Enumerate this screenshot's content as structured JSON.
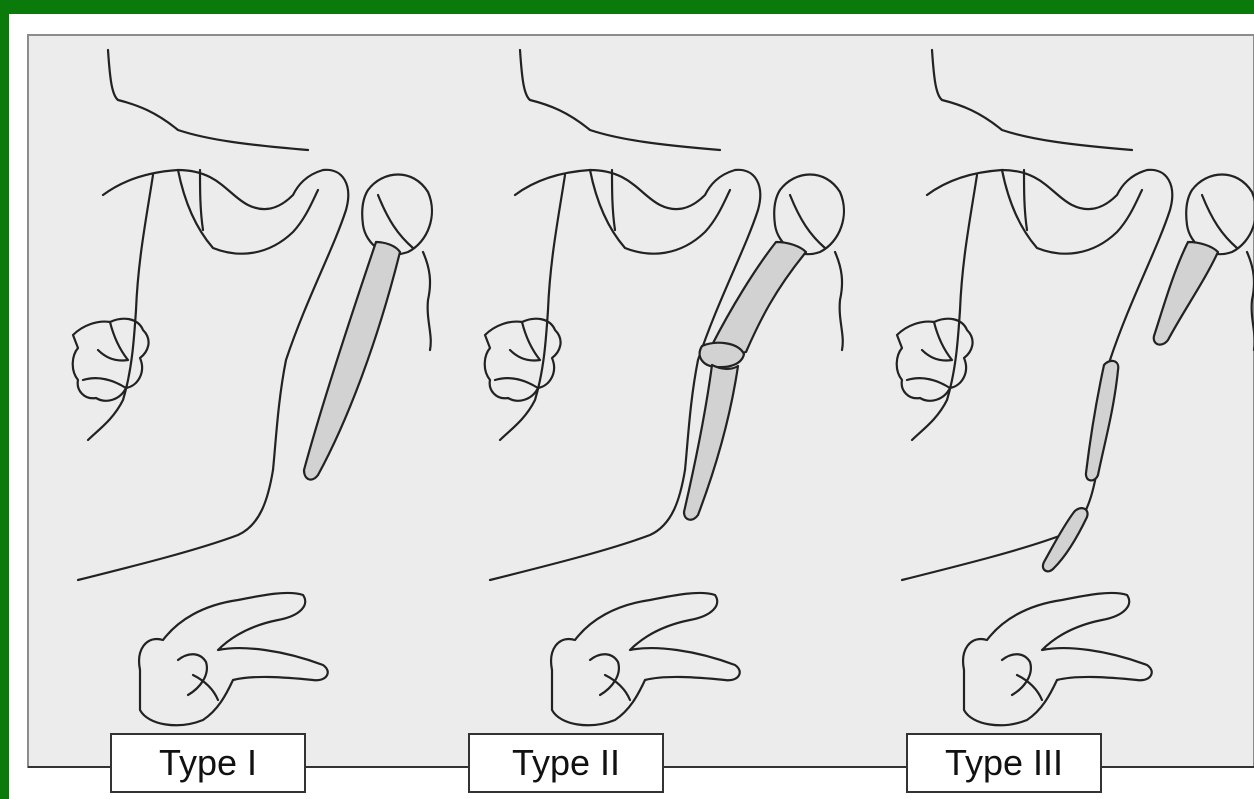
{
  "colors": {
    "border": "#0a7a0a",
    "panel": "#ececec",
    "bone_fill": "#d2d2d2",
    "line": "#222222"
  },
  "panels": [
    {
      "label": "Type I"
    },
    {
      "label": "Type II"
    },
    {
      "label": "Type III"
    }
  ]
}
